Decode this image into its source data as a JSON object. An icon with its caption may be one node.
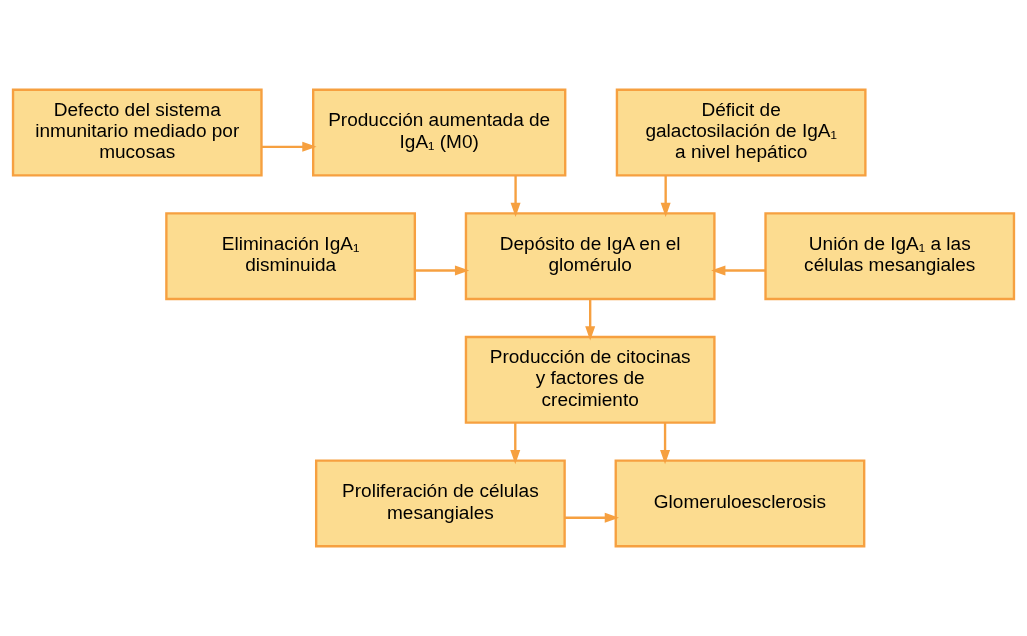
{
  "diagram": {
    "nodes": [
      {
        "text": [
          "Defecto del sistema inmunitario mediado por mucosas"
        ]
      },
      {
        "text": [
          "Producción aumentada de IgA₁ (M0)"
        ]
      },
      {
        "text": [
          "Déficit de galactosilación de IgA₁ a nivel hepático"
        ]
      },
      {
        "text": [
          "Eliminación IgA₁ disminuida"
        ]
      },
      {
        "text": [
          "Depósito de IgA en el glomérulo"
        ]
      },
      {
        "text": [
          "Unión de IgA₁ a las células mesangiales"
        ]
      },
      {
        "text": [
          "Producción de citocinas y factores de crecimiento"
        ]
      },
      {
        "text": [
          "Proliferación de células mesangiales"
        ]
      },
      {
        "text": [
          "Glomeruloesclerosis"
        ]
      }
    ],
    "edges": [
      {
        "from": 0,
        "to": 1,
        "arrow": "to"
      },
      {
        "from": 1,
        "to": 4,
        "arrow": "to"
      },
      {
        "from": 2,
        "to": 4,
        "arrow": "to"
      },
      {
        "from": 3,
        "to": 4,
        "arrow": "to"
      },
      {
        "from": 5,
        "to": 4,
        "arrow": "to"
      },
      {
        "from": 4,
        "to": 6,
        "arrow": "to"
      },
      {
        "from": 6,
        "to": 7,
        "arrow": "to"
      },
      {
        "from": 6,
        "to": 8,
        "arrow": "to"
      },
      {
        "from": 7,
        "to": 8,
        "arrow": "to"
      }
    ]
  }
}
